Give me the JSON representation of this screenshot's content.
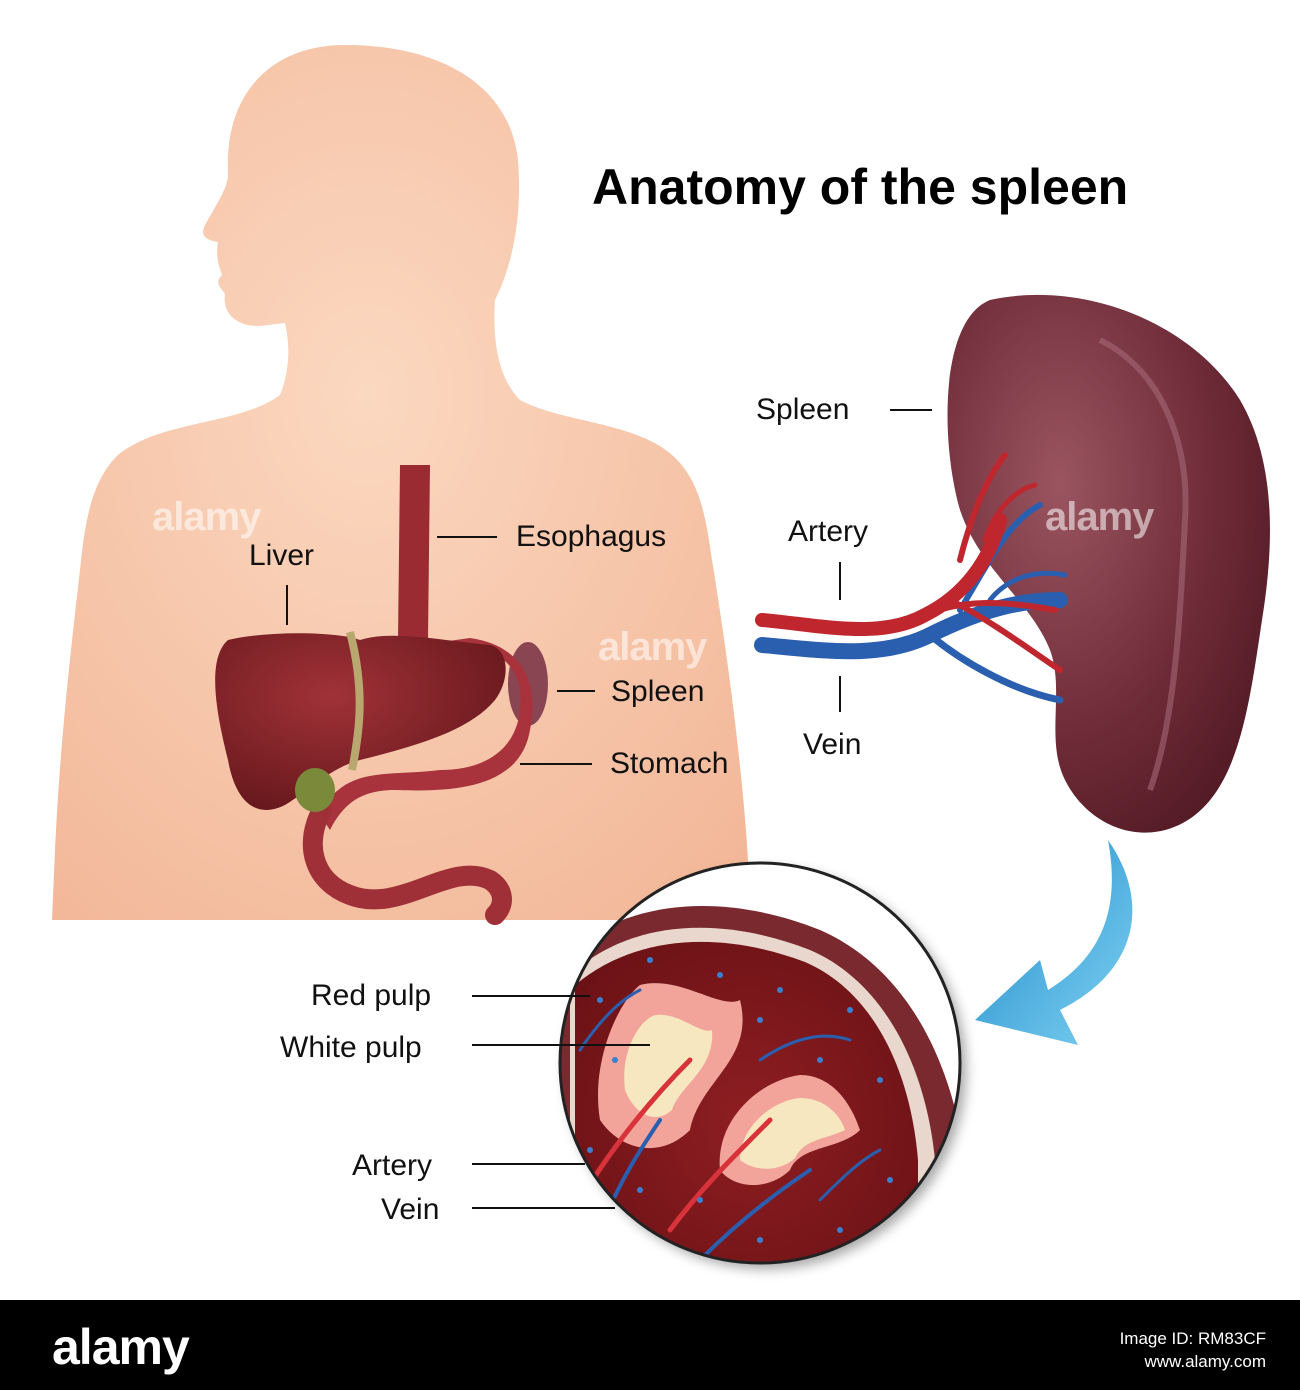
{
  "title": "Anatomy of the spleen",
  "body_labels": {
    "liver": "Liver",
    "esophagus": "Esophagus",
    "spleen": "Spleen",
    "stomach": "Stomach"
  },
  "organ_labels": {
    "spleen": "Spleen",
    "artery": "Artery",
    "vein": "Vein"
  },
  "section_labels": {
    "red_pulp": "Red pulp",
    "white_pulp": "White pulp",
    "artery": "Artery",
    "vein": "Vein"
  },
  "watermark": "alamy",
  "footer": {
    "logo": "alamy",
    "image_id": "Image ID: RM83CF",
    "site": "www.alamy.com"
  },
  "colors": {
    "skin": "#f6c6a8",
    "organ": "#7a2a2e",
    "artery": "#c0262d",
    "vein": "#2a5fb0",
    "arrow": "#4fb6e2"
  }
}
